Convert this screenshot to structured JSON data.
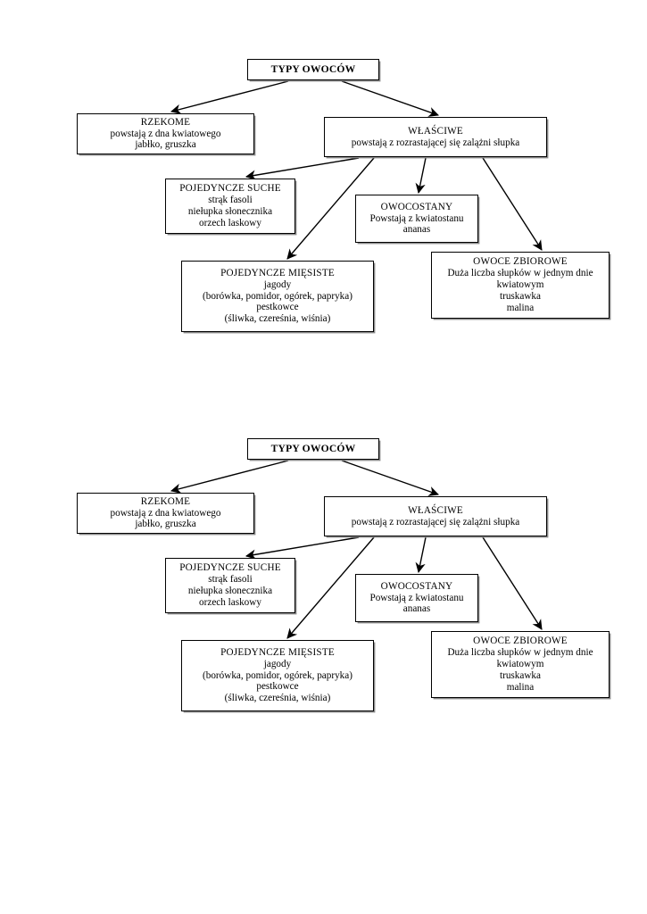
{
  "document": {
    "title": "TYPY OWOCÓW",
    "language": "pl",
    "repeat_count": 2,
    "background_color": "#ffffff",
    "line_color": "#000000"
  },
  "diagram": {
    "type": "flowchart",
    "orientation": "top-down",
    "root": {
      "id": "typy-owocow",
      "label": "TYPY OWOCÓW",
      "bold": true
    },
    "nodes": [
      {
        "id": "rzekome",
        "heading": "RZEKOME",
        "lines": [
          "powstają z dna kwiatowego",
          "jabłko, gruszka"
        ]
      },
      {
        "id": "wlasciwe",
        "heading": "WŁAŚCIWE",
        "lines": [
          "powstają z rozrastającej się zalążni słupka"
        ]
      },
      {
        "id": "pojedyncze-suche",
        "heading": "POJEDYNCZE SUCHE",
        "lines": [
          "strąk fasoli",
          "niełupka słonecznika",
          "orzech laskowy"
        ]
      },
      {
        "id": "owocostany",
        "heading": "OWOCOSTANY",
        "lines": [
          "Powstają z kwiatostanu",
          "ananas"
        ]
      },
      {
        "id": "pojedyncze-miesiste",
        "heading": "POJEDYNCZE MIĘSISTE",
        "lines": [
          "jagody",
          "(borówka, pomidor, ogórek, papryka)",
          "pestkowce",
          "(śliwka, czereśnia, wiśnia)"
        ]
      },
      {
        "id": "owoce-zbiorowe",
        "heading": "OWOCE ZBIOROWE",
        "lines": [
          "Duża liczba słupków w jednym dnie",
          "kwiatowym",
          "truskawka",
          "malina"
        ]
      }
    ],
    "edges": [
      {
        "from": "typy-owocow",
        "to": "rzekome"
      },
      {
        "from": "typy-owocow",
        "to": "wlasciwe"
      },
      {
        "from": "wlasciwe",
        "to": "pojedyncze-suche"
      },
      {
        "from": "wlasciwe",
        "to": "pojedyncze-miesiste"
      },
      {
        "from": "wlasciwe",
        "to": "owocostany"
      },
      {
        "from": "wlasciwe",
        "to": "owoce-zbiorowe"
      }
    ]
  }
}
